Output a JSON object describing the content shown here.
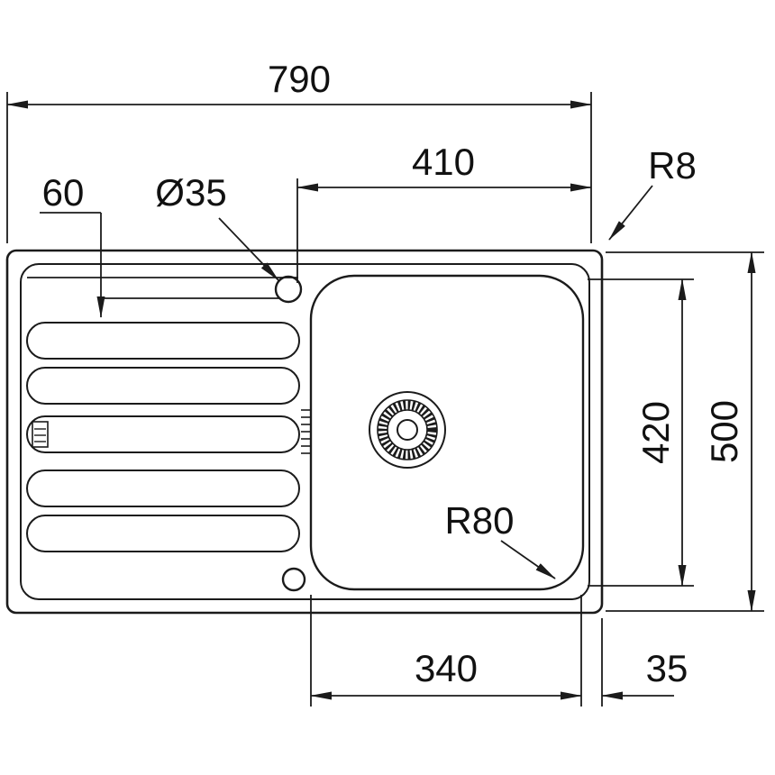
{
  "page": {
    "background": "#ffffff"
  },
  "drawing": {
    "type": "technical-dimension-drawing",
    "subject": "inset kitchen sink, top view, left drainer with grooves and single bowl with drain",
    "colors": {
      "line": "#1b1b1b",
      "background": "#ffffff"
    },
    "labels": {
      "overall_width": "790",
      "tap_to_right_edge": "410",
      "rim_corner_radius": "R8",
      "drainer_top_offset": "60",
      "tap_hole_diameter": "Ø35",
      "bowl_length": "420",
      "overall_depth": "500",
      "bowl_width": "340",
      "bowl_to_edge": "35",
      "bowl_corner_radius": "R80"
    }
  }
}
